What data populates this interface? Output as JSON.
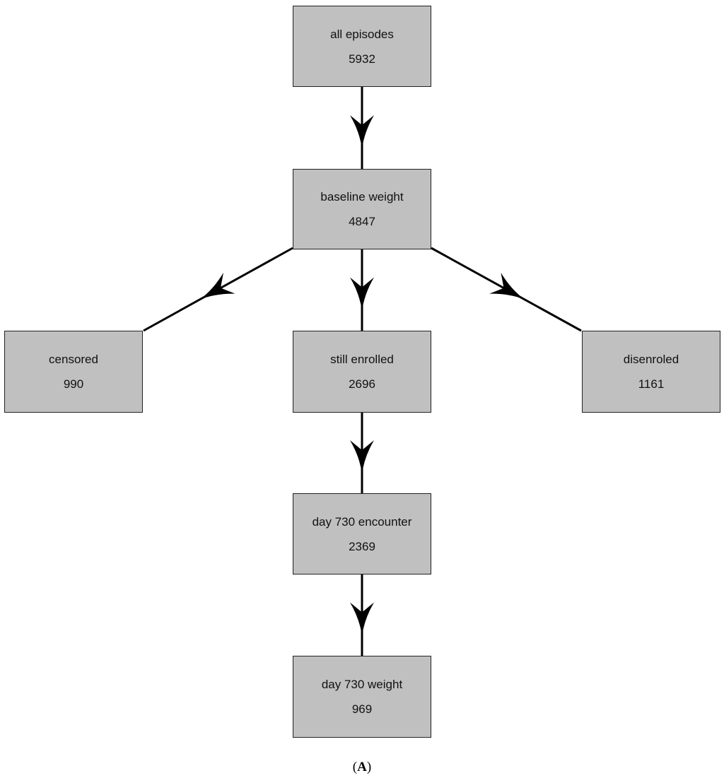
{
  "diagram": {
    "type": "flowchart",
    "node_fill": "#c0c0c0",
    "border_color": "#222222",
    "edge_color": "#000000",
    "nodes": [
      {
        "id": "all-episodes",
        "label": "all episodes",
        "count": "5932"
      },
      {
        "id": "baseline-weight",
        "label": "baseline weight",
        "count": "4847"
      },
      {
        "id": "censored",
        "label": "censored",
        "count": "990"
      },
      {
        "id": "still-enrolled",
        "label": "still enrolled",
        "count": "2696"
      },
      {
        "id": "disenroled",
        "label": "disenroled",
        "count": "1161"
      },
      {
        "id": "day-730-encounter",
        "label": "day 730 encounter",
        "count": "2369"
      },
      {
        "id": "day-730-weight",
        "label": "day 730 weight",
        "count": "969"
      }
    ],
    "edges": [
      {
        "from": "all-episodes",
        "to": "baseline-weight"
      },
      {
        "from": "baseline-weight",
        "to": "censored"
      },
      {
        "from": "baseline-weight",
        "to": "still-enrolled"
      },
      {
        "from": "baseline-weight",
        "to": "disenroled"
      },
      {
        "from": "still-enrolled",
        "to": "day-730-encounter"
      },
      {
        "from": "day-730-encounter",
        "to": "day-730-weight"
      }
    ]
  },
  "caption": {
    "open": "(",
    "letter": "A",
    "close": ")"
  }
}
